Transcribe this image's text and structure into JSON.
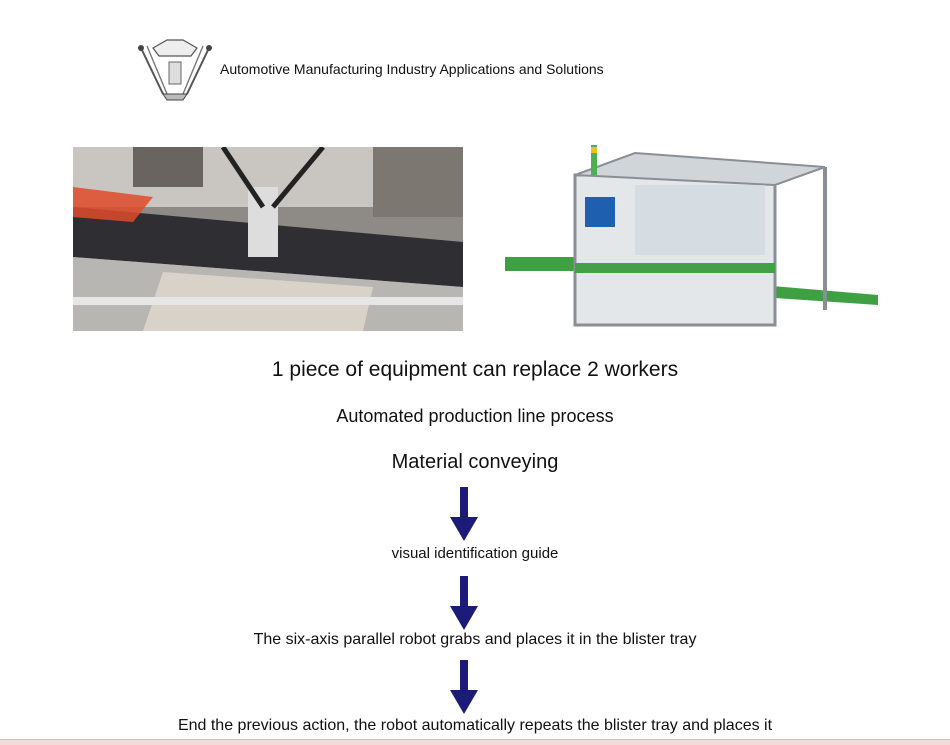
{
  "header": {
    "title": "Automotive Manufacturing Industry Applications and Solutions",
    "logo_icon": "delta-robot-logo"
  },
  "images": {
    "left": "delta-robot-conveyor-photo",
    "right": "automated-cell-cad-render"
  },
  "headline": "1 piece of equipment can replace 2 workers",
  "subheadline": "Automated production line process",
  "steps": [
    "Material conveying",
    "visual identification guide",
    "The six-axis parallel robot grabs and places it in the blister tray",
    "End the previous action, the robot automatically repeats the blister tray and places it"
  ],
  "colors": {
    "arrow": "#1c1c78",
    "text": "#111111"
  }
}
